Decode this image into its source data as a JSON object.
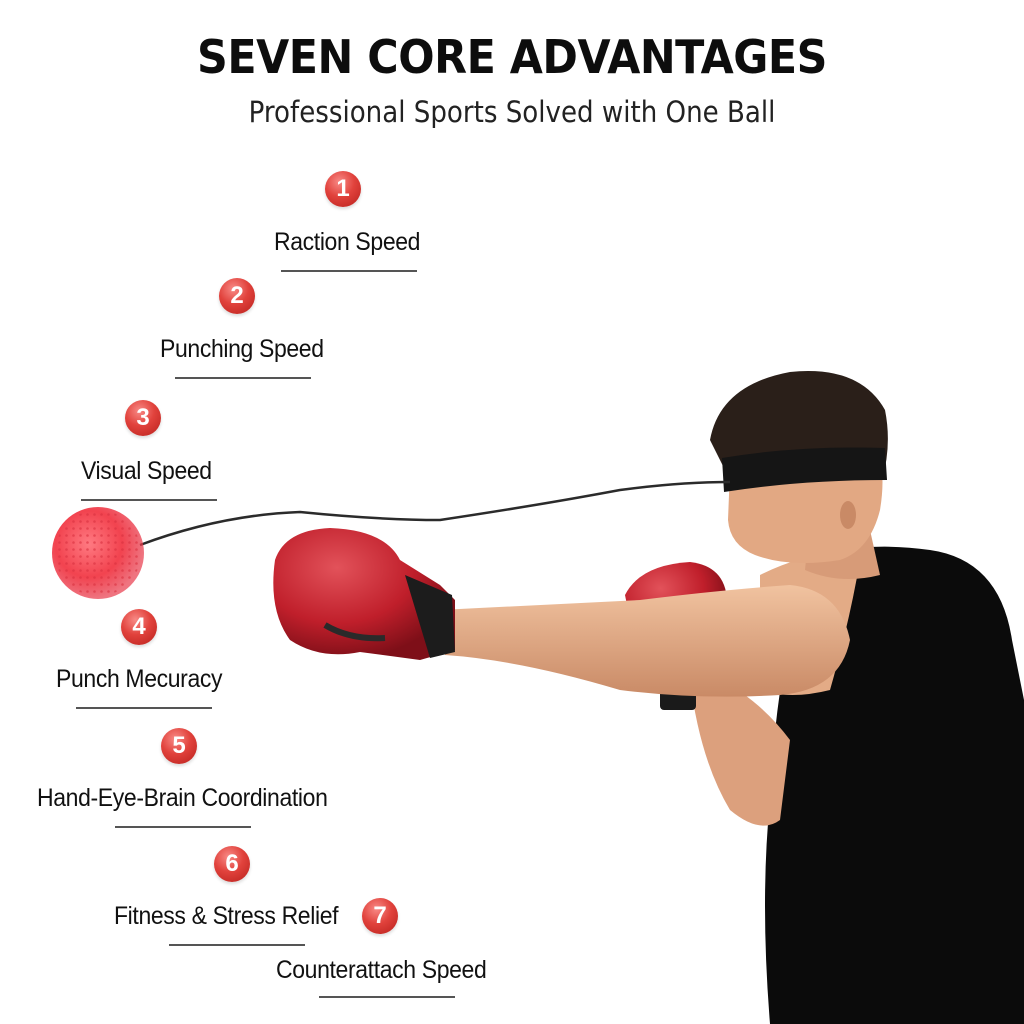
{
  "header": {
    "title": "SEVEN CORE ADVANTAGES",
    "subtitle": "Professional Sports Solved with One Ball"
  },
  "advantages": [
    {
      "number": "1",
      "label": "Raction Speed"
    },
    {
      "number": "2",
      "label": "Punching Speed"
    },
    {
      "number": "3",
      "label": "Visual Speed"
    },
    {
      "number": "4",
      "label": "Punch Mecuracy"
    },
    {
      "number": "5",
      "label": "Hand-Eye-Brain Coordination"
    },
    {
      "number": "6",
      "label": "Fitness & Stress Relief"
    },
    {
      "number": "7",
      "label": "Counterattach Speed"
    }
  ],
  "colors": {
    "badge": "#d8322d",
    "ball": "#f24a5a",
    "glove": "#c41d2a",
    "tank_top": "#0b0b0b",
    "skin": "#e6b08c"
  },
  "illustration": {
    "subject": "boxer-with-reflex-ball-headband",
    "items": [
      "reflex-ball",
      "elastic-string",
      "headband",
      "boxing-gloves"
    ]
  }
}
